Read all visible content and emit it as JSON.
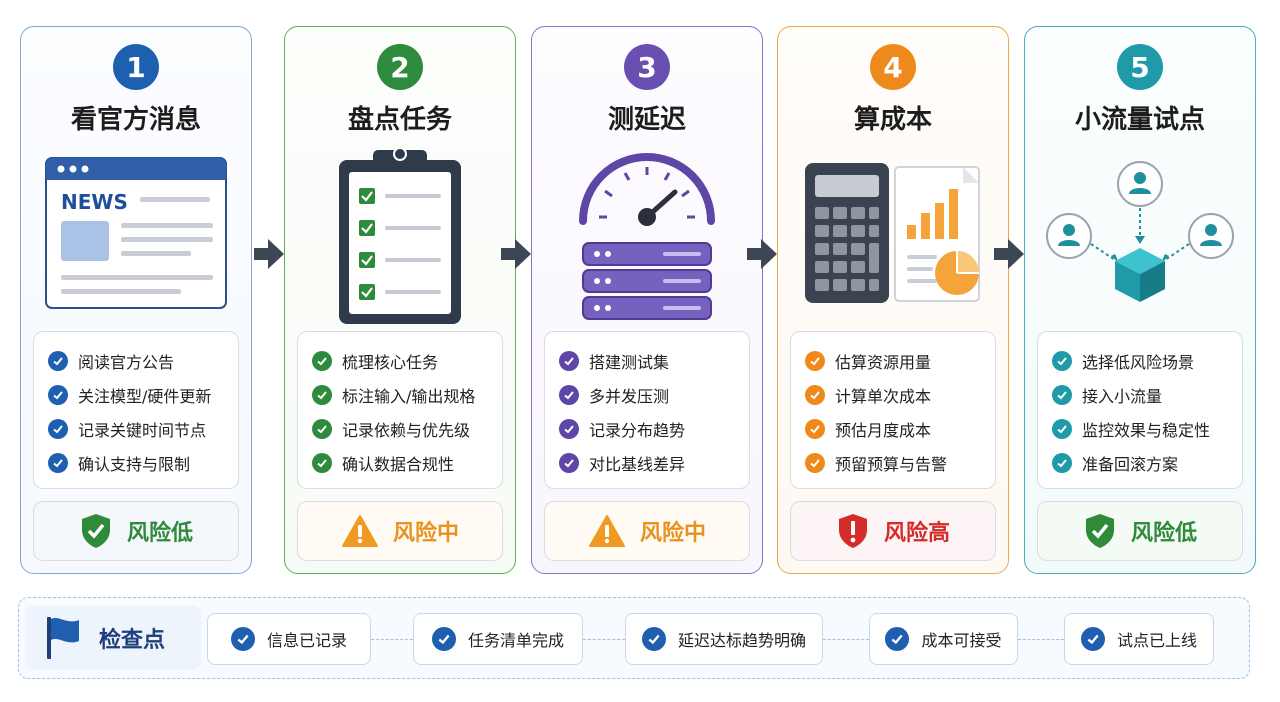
{
  "steps": [
    {
      "number": "1",
      "title": "看官方消息",
      "color": "#1f5fb0",
      "news_label": "NEWS",
      "items": [
        "阅读官方公告",
        "关注模型/硬件更新",
        "记录关键时间节点",
        "确认支持与限制"
      ],
      "risk": "风险低",
      "risk_color": "#2f8a3a"
    },
    {
      "number": "2",
      "title": "盘点任务",
      "color": "#2e8b3d",
      "items": [
        "梳理核心任务",
        "标注输入/输出规格",
        "记录依赖与优先级",
        "确认数据合规性"
      ],
      "risk": "风险中",
      "risk_color": "#e8931f"
    },
    {
      "number": "3",
      "title": "测延迟",
      "color": "#6a4fb3",
      "items": [
        "搭建测试集",
        "多并发压测",
        "记录分布趋势",
        "对比基线差异"
      ],
      "risk": "风险中",
      "risk_color": "#e8931f"
    },
    {
      "number": "4",
      "title": "算成本",
      "color": "#ee8a1c",
      "items": [
        "估算资源用量",
        "计算单次成本",
        "预估月度成本",
        "预留预算与告警"
      ],
      "risk": "风险高",
      "risk_color": "#d42b2b"
    },
    {
      "number": "5",
      "title": "小流量试点",
      "color": "#1e9aa8",
      "items": [
        "选择低风险场景",
        "接入小流量",
        "监控效果与稳定性",
        "准备回滚方案"
      ],
      "risk": "风险低",
      "risk_color": "#2f8a3a"
    }
  ],
  "checkpoints": {
    "label": "检查点",
    "items": [
      "信息已记录",
      "任务清单完成",
      "延迟达标趋势明确",
      "成本可接受",
      "试点已上线"
    ]
  }
}
